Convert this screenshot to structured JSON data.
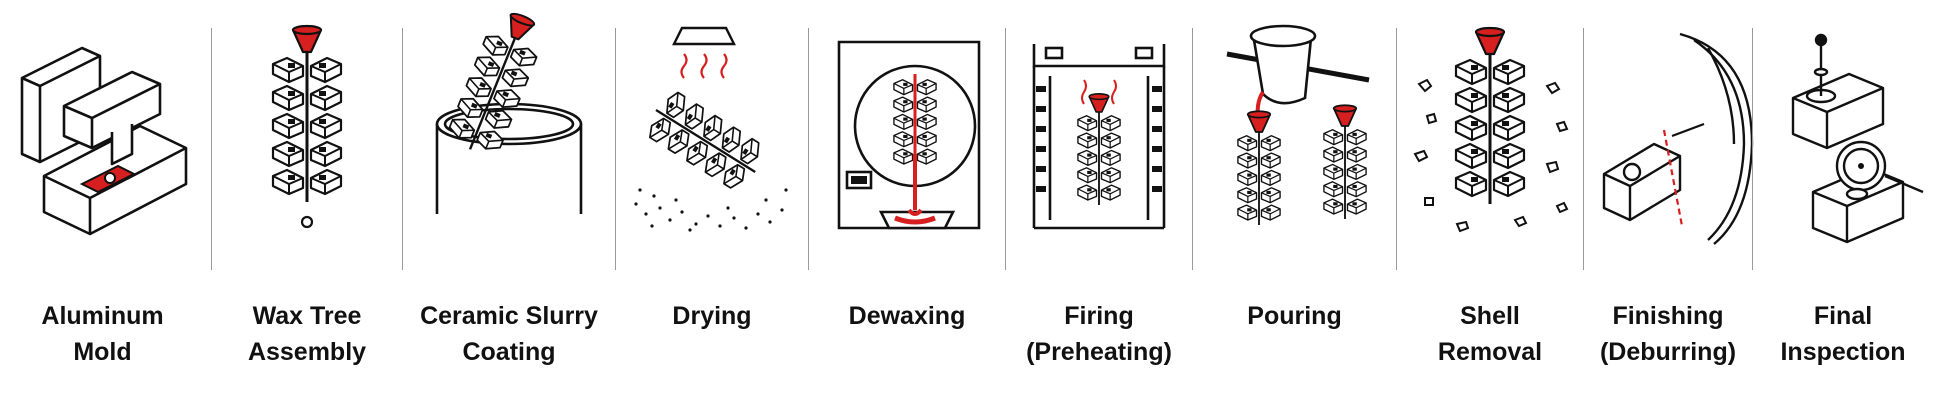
{
  "colors": {
    "accent": "#d61f1f",
    "ink": "#111111",
    "divider": "#9a9a9a",
    "background": "#ffffff"
  },
  "steps": [
    {
      "line1": "Aluminum",
      "line2": "Mold",
      "icon": "aluminum-mold-icon"
    },
    {
      "line1": "Wax Tree",
      "line2": "Assembly",
      "icon": "wax-tree-icon"
    },
    {
      "line1": "Ceramic Slurry",
      "line2": "Coating",
      "icon": "slurry-dip-icon"
    },
    {
      "line1": "Drying",
      "line2": "",
      "icon": "drying-icon"
    },
    {
      "line1": "Dewaxing",
      "line2": "",
      "icon": "autoclave-icon"
    },
    {
      "line1": "Firing",
      "line2": "(Preheating)",
      "icon": "kiln-icon"
    },
    {
      "line1": "Pouring",
      "line2": "",
      "icon": "ladle-pour-icon"
    },
    {
      "line1": "Shell",
      "line2": "Removal",
      "icon": "shell-break-icon"
    },
    {
      "line1": "Finishing",
      "line2": "(Deburring)",
      "icon": "grinding-wheel-icon"
    },
    {
      "line1": "Final",
      "line2": "Inspection",
      "icon": "inspection-gauge-icon"
    }
  ]
}
